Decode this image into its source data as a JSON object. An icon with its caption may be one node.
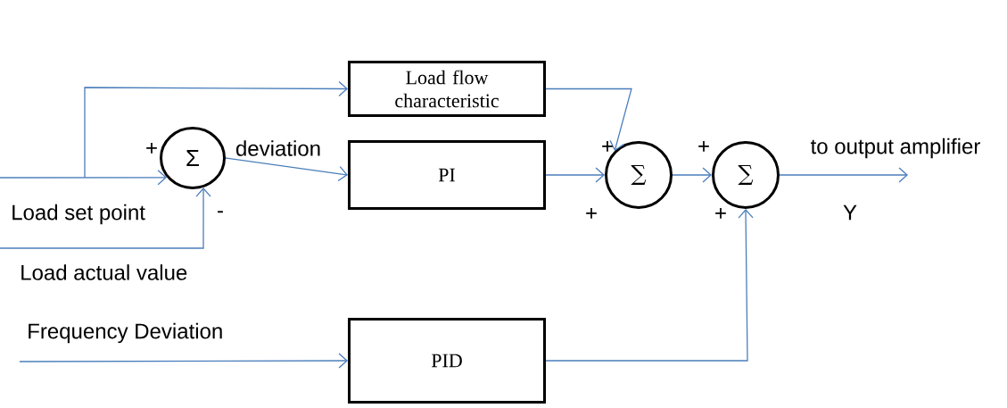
{
  "diagram": {
    "nodes": [
      {
        "text": [
          "Load flow characteristic"
        ]
      },
      {
        "text": [
          "Σ"
        ]
      },
      {
        "text": [
          "PI"
        ]
      },
      {
        "text": [
          "∑"
        ]
      },
      {
        "text": [
          "∑"
        ]
      },
      {
        "text": [
          "PID"
        ]
      }
    ],
    "edges": [
      {
        "from": null,
        "to": 1,
        "arrow": "to"
      },
      {
        "from": null,
        "to": 0,
        "arrow": "to"
      },
      {
        "from": null,
        "to": 1,
        "arrow": "to"
      },
      {
        "from": null,
        "to": 5,
        "arrow": "to"
      },
      {
        "from": 1,
        "to": 2,
        "arrow": "to",
        "label": "deviation"
      },
      {
        "from": 0,
        "to": 3,
        "arrow": "to"
      },
      {
        "from": 2,
        "to": 3,
        "arrow": "to"
      },
      {
        "from": 3,
        "to": 4,
        "arrow": "to"
      },
      {
        "from": 5,
        "to": 4,
        "arrow": "to"
      },
      {
        "from": 4,
        "to": null,
        "arrow": "to",
        "label": "to output amplifier"
      }
    ],
    "labels": [
      "+",
      "-",
      "Load set point",
      "Load actual value",
      "Frequency Deviation",
      "+",
      "+",
      "+",
      "+",
      "Y"
    ]
  }
}
